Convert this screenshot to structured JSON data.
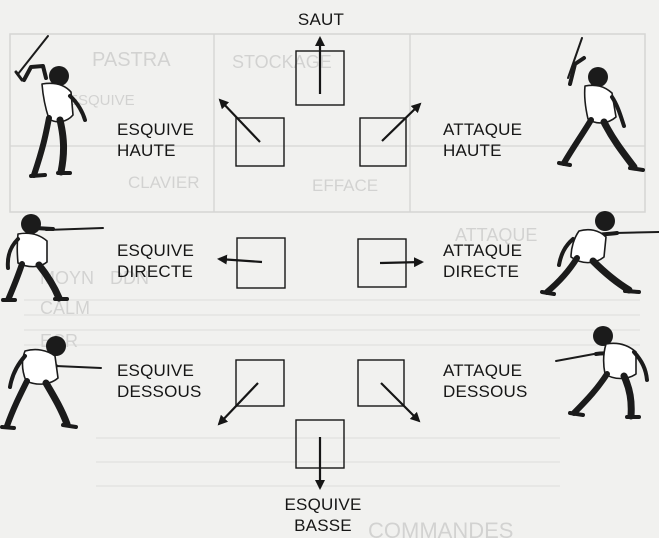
{
  "moves": {
    "saut": "SAUT",
    "esquive_haute": [
      "ESQUIVE",
      "HAUTE"
    ],
    "attaque_haute": [
      "ATTAQUE",
      "HAUTE"
    ],
    "esquive_directe": [
      "ESQUIVE",
      "DIRECTE"
    ],
    "attaque_directe": [
      "ATTAQUE",
      "DIRECTE"
    ],
    "esquive_dessous": [
      "ESQUIVE",
      "DESSOUS"
    ],
    "attaque_dessous": [
      "ATTAQUE",
      "DESSOUS"
    ],
    "esquive_basse": [
      "ESQUIVE",
      "BASSE"
    ]
  },
  "figures": {
    "top_left": "fencer-dodge-high-icon",
    "top_right": "fencer-attack-high-icon",
    "middle_left": "fencer-dodge-direct-icon",
    "middle_right": "fencer-attack-direct-icon",
    "bottom_left": "fencer-dodge-low-icon",
    "bottom_right": "fencer-attack-low-icon"
  },
  "background_bleed": {
    "lines": [
      "PASTRA",
      "STOCKAGE",
      "ESQUIVE",
      "CLAVIER",
      "EFFACE",
      "ATTAQUE",
      "MOYN",
      "DDN",
      "CALM",
      "ECR",
      "COMMANDES"
    ]
  },
  "colors": {
    "ink": "#161616",
    "paper": "#f1f1ef",
    "bleed": "#6a6a6a"
  }
}
